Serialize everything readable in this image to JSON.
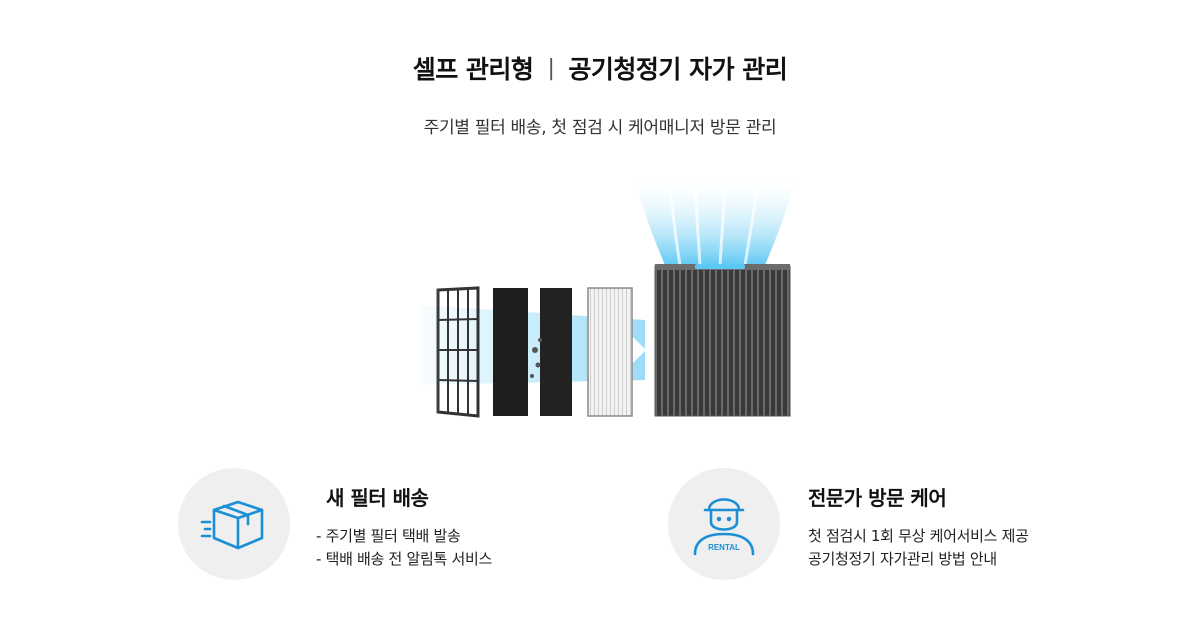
{
  "header": {
    "title_left": "셀프 관리형",
    "title_right": "공기청정기 자가 관리",
    "subtitle": "주기별 필터 배송, 첫 점검 시 케어매니저 방문 관리"
  },
  "features": [
    {
      "icon": "box-delivery-icon",
      "heading": "새 필터 배송",
      "lines": [
        "주기별 필터 택배 발송",
        "택배 배송 전 알림톡 서비스"
      ]
    },
    {
      "icon": "care-manager-icon",
      "icon_badge": "RENTAL",
      "heading": "전문가 방문 케어",
      "lines": [
        "첫 점검시 1회 무상 케어서비스 제공",
        "공기청정기 자가관리 방법 안내"
      ]
    }
  ],
  "colors": {
    "accent_blue": "#1a8fd6",
    "circle_bg": "#efefef",
    "purifier_body": "#4a4a4a",
    "airflow": "#7fd3f5"
  }
}
